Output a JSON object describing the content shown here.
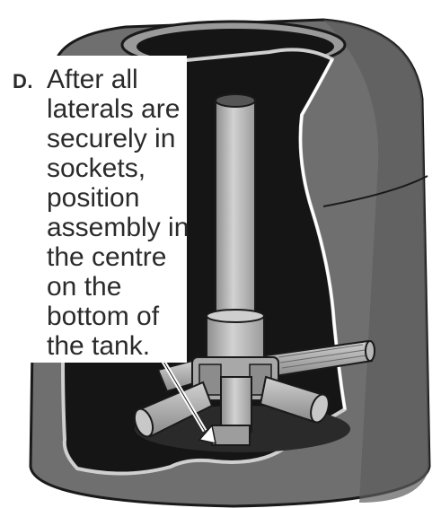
{
  "instruction": {
    "letter": "D.",
    "lines": [
      "After all",
      "laterals are",
      "securely in",
      "sockets,",
      "position",
      "assembly in",
      "the centre",
      "on the",
      "bottom of",
      "the tank."
    ]
  },
  "colors": {
    "tank_body": "#6f6f6f",
    "tank_rim": "#9a9a9a",
    "tank_interior": "#151515",
    "pipe": "#c4c4c4",
    "pipe_shade": "#8e8e8e",
    "outline": "#1a1a1a",
    "arrow": "#ffffff"
  }
}
